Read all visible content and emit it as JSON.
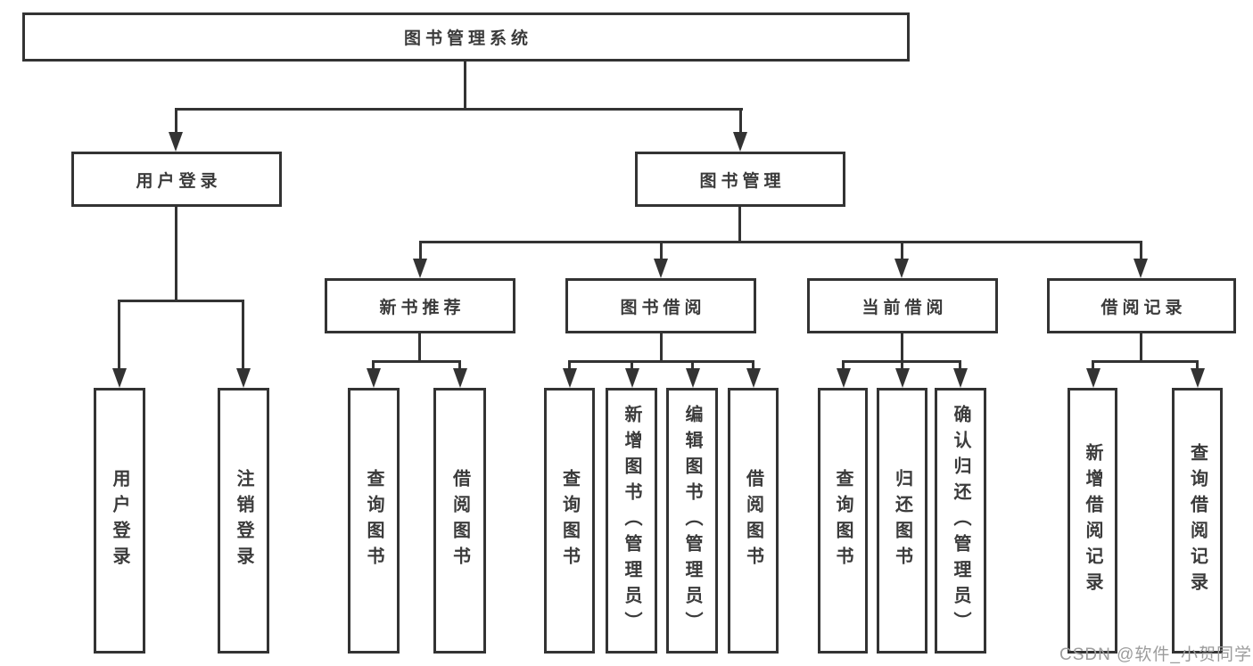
{
  "root_label": "图书管理系统",
  "level2": {
    "user_login": "用户登录",
    "book_mgmt": "图书管理"
  },
  "level3": {
    "new_books": "新书推荐",
    "borrowing": "图书借阅",
    "current": "当前借阅",
    "records": "借阅记录"
  },
  "leaves": {
    "user_login": [
      "用户登录",
      "注销登录"
    ],
    "new_books": [
      "查询图书",
      "借阅图书"
    ],
    "borrowing": [
      "查询图书",
      "新增图书（管理员）",
      "编辑图书（管理员）",
      "借阅图书"
    ],
    "current": [
      "查询图书",
      "归还图书",
      "确认归还（管理员）"
    ],
    "records": [
      "新增借阅记录",
      "查询借阅记录"
    ]
  },
  "watermark": "CSDN @软件_小贺同学",
  "colors": {
    "line": "#333333",
    "box_border": "#333333",
    "box_fill": "#ffffff",
    "text": "#3b3b3b",
    "watermark": "#9c9c9c",
    "background": "#ffffff"
  }
}
